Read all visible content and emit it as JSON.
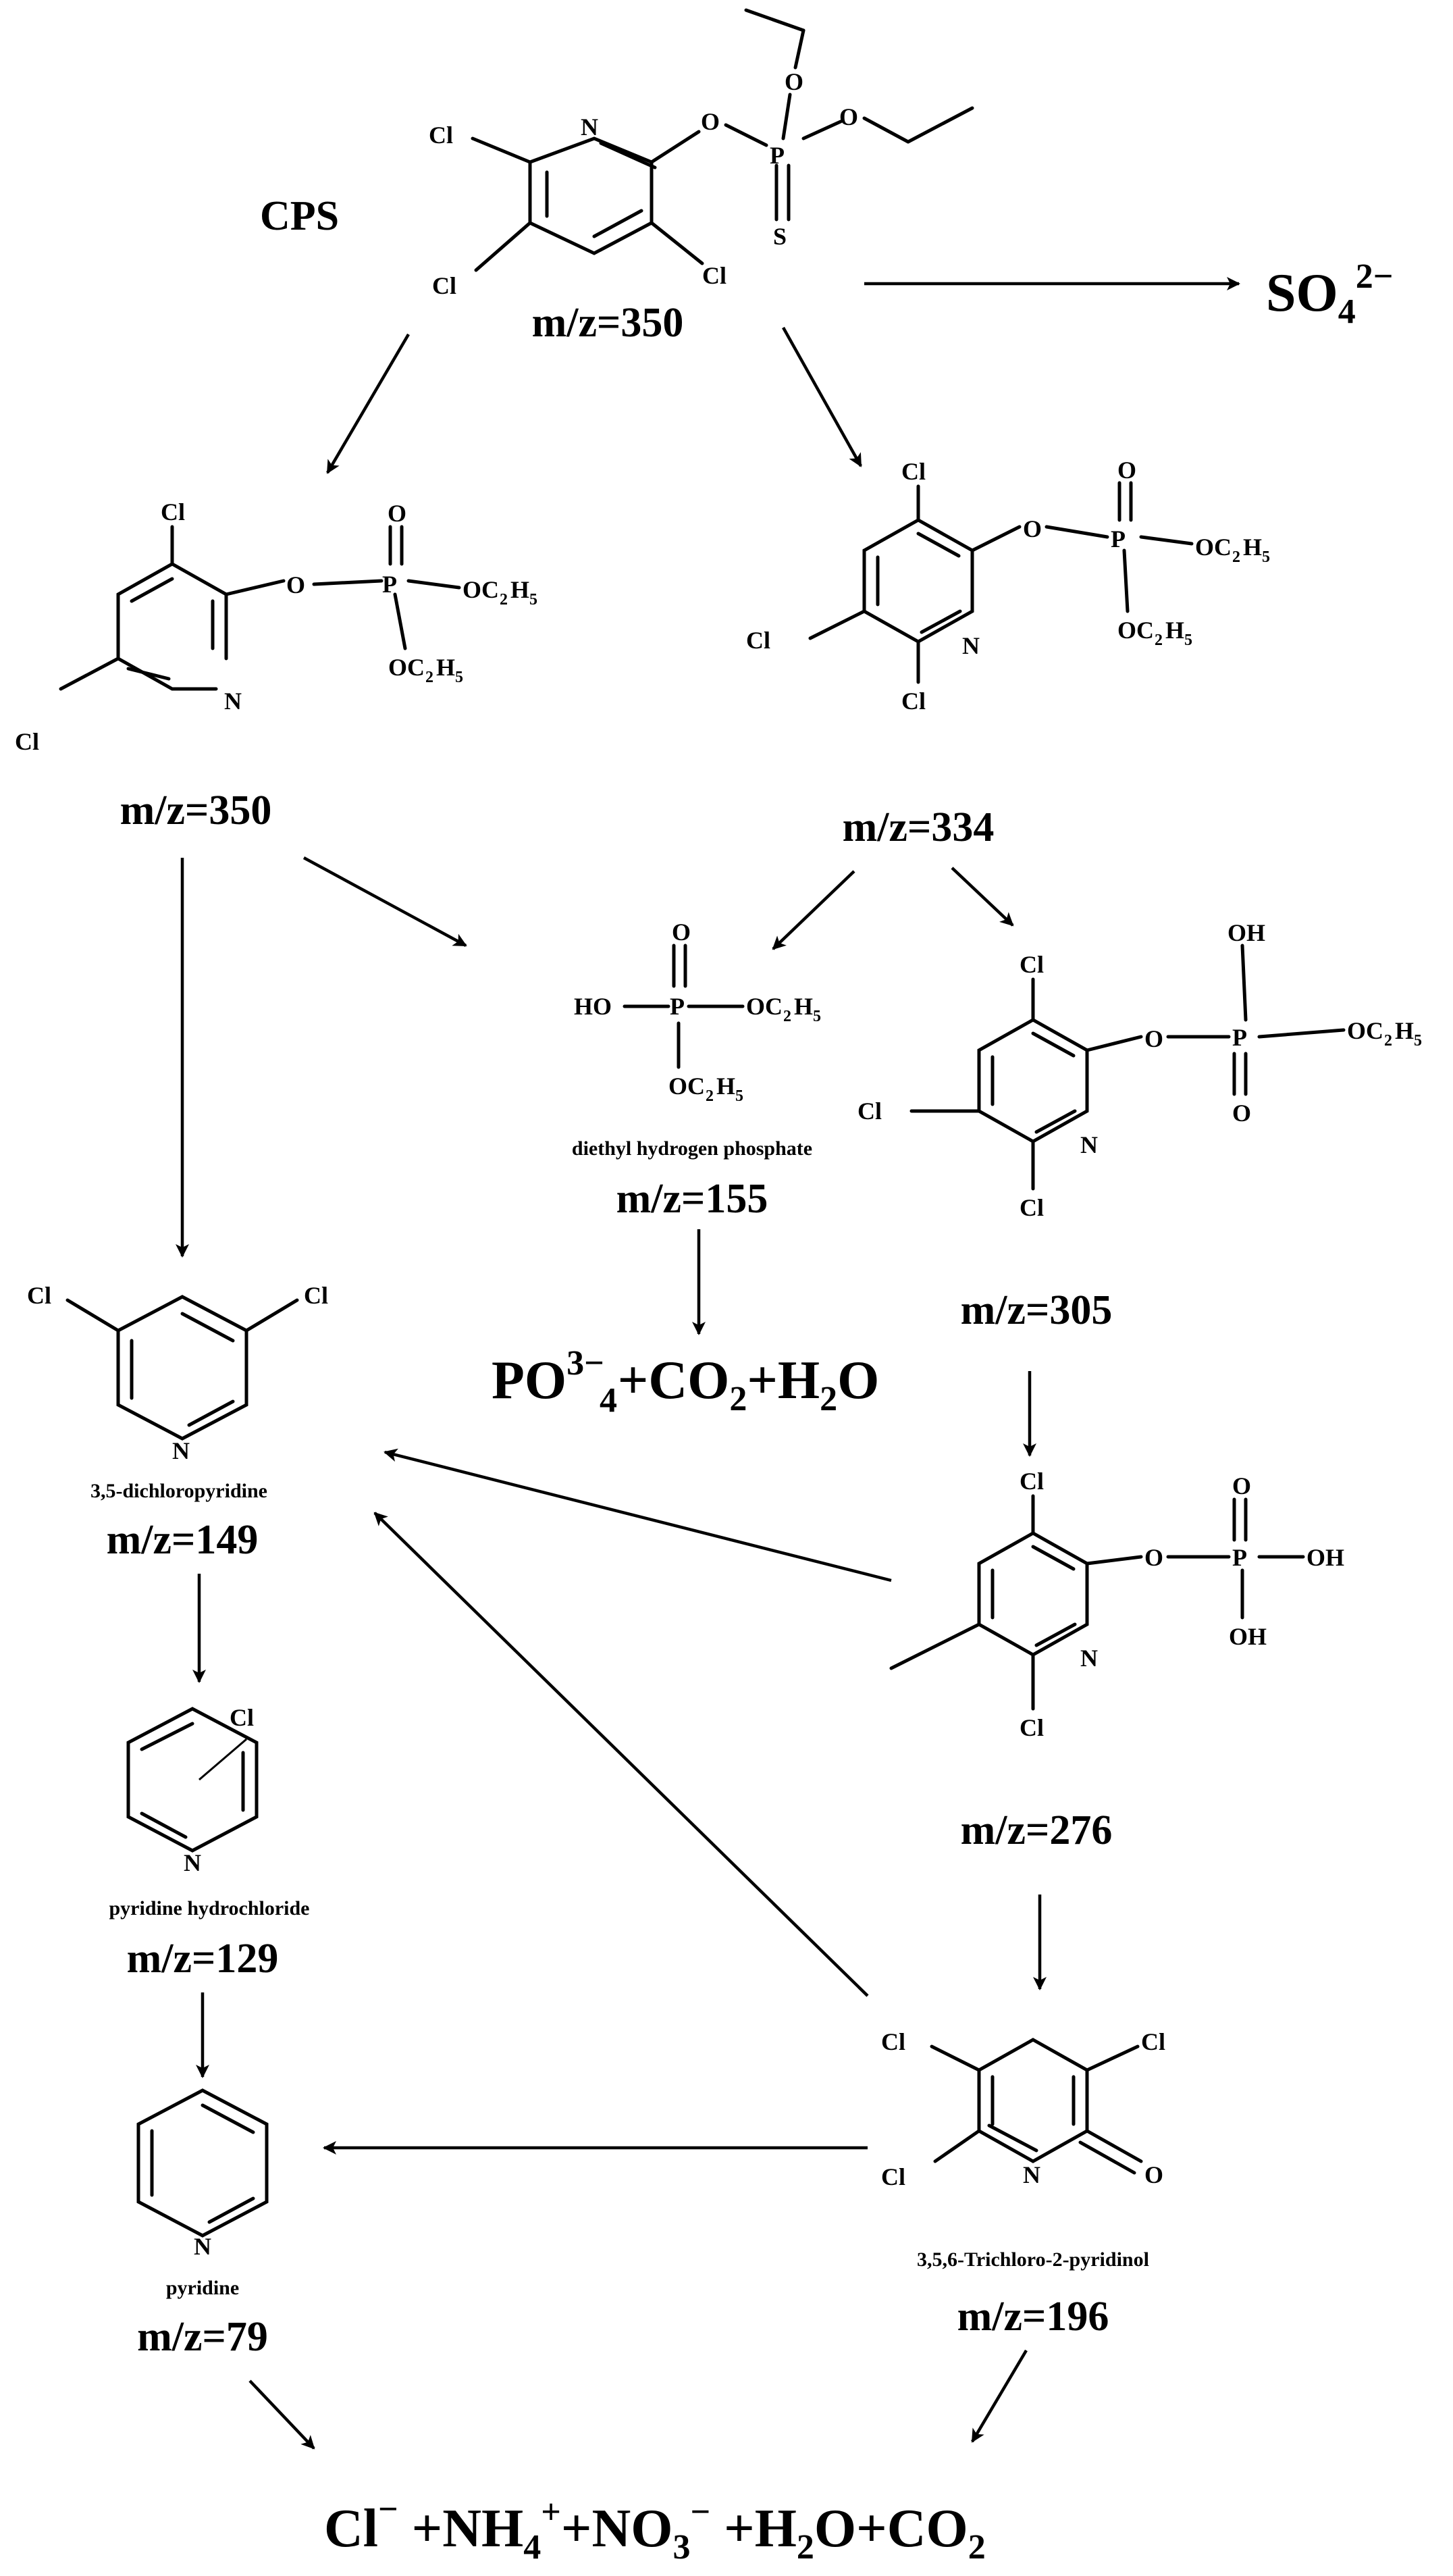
{
  "title": "CPS",
  "atoms": {
    "cl": "Cl",
    "n": "N",
    "o": "O",
    "p": "P",
    "s": "S",
    "ho": "HO",
    "oh": "OH",
    "oc": "OC",
    "c2": "2",
    "h5": "H",
    "five": "5"
  },
  "compounds": [
    {
      "id": "cps",
      "mz": "m/z=350"
    },
    {
      "id": "oxon-350",
      "mz": "m/z=350"
    },
    {
      "id": "oxon-334",
      "mz": "m/z=334"
    },
    {
      "id": "dhp",
      "name": "diethyl hydrogen phosphate",
      "mz": "m/z=155"
    },
    {
      "id": "c305",
      "mz": "m/z=305"
    },
    {
      "id": "dcp",
      "name": "3,5-dichloropyridine",
      "mz": "m/z=149"
    },
    {
      "id": "c276",
      "mz": "m/z=276"
    },
    {
      "id": "phc",
      "name": "pyridine hydrochloride",
      "mz": "m/z=129"
    },
    {
      "id": "tcp",
      "name": "3,5,6-Trichloro-2-pyridinol",
      "mz": "m/z=196"
    },
    {
      "id": "pyr",
      "name": "pyridine",
      "mz": "m/z=79"
    }
  ],
  "products": {
    "sulfate": {
      "base": "SO",
      "sub": "4",
      "sup": "2−"
    },
    "phosphate": {
      "p1": "PO",
      "p1sub": "4",
      "p1sup": "3−",
      "p2": " +CO",
      "p2sub": "2",
      "p3": "+H",
      "p3sub": "2",
      "p4": "O"
    },
    "final": {
      "a": "Cl",
      "asup": "−",
      "b": " +NH",
      "bsub": "4",
      "bsup": "+",
      "c": "+NO",
      "csub": "3",
      "csup": "−",
      "d": " +H",
      "dsub": "2",
      "e": "O+CO",
      "esub": "2"
    }
  }
}
